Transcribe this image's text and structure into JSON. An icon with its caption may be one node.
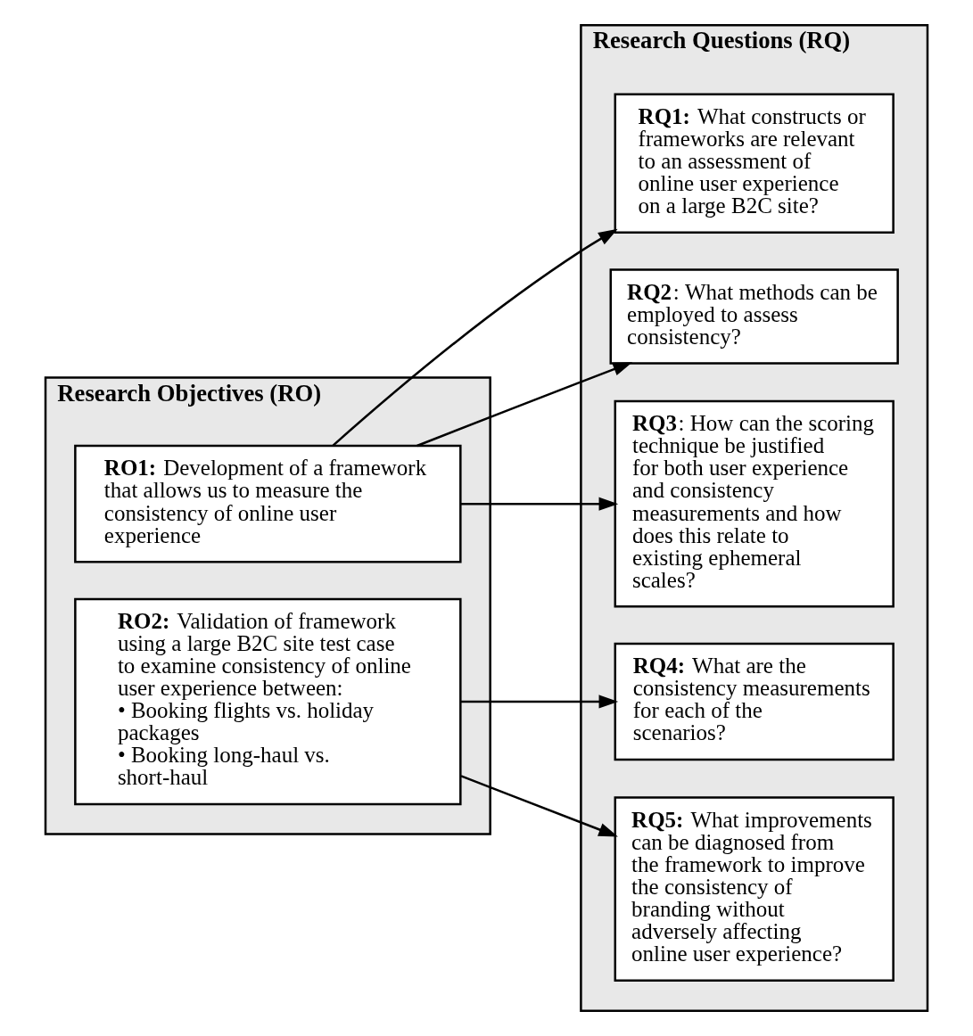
{
  "diagram": {
    "nodes": [
      {
        "text": [
          "Research Objectives (RO)"
        ]
      },
      {
        "text": [
          "**RO1:** Development of a framework that allows us to measure the consistency of online user experience"
        ],
        "in": 0
      },
      {
        "text": [
          "**RO2:** Validation of framework using a large B2C site test case to examine consistency of online user experience between:",
          "• Booking flights vs. holiday packages",
          "• Booking long-haul vs. short-haul"
        ],
        "in": 0
      },
      {
        "text": [
          "Research Questions (RQ)"
        ]
      },
      {
        "text": [
          "**RQ1:** What constructs or frameworks are relevant to an assessment of online user experience on a large B2C site?"
        ],
        "in": 3
      },
      {
        "text": [
          "**RQ2**: What methods can be employed to assess consistency?"
        ],
        "in": 3
      },
      {
        "text": [
          "**RQ3**: How can the scoring technique be justified for both user experience and consistency measurements and how does this relate to existing ephemeral scales?"
        ],
        "in": 3
      },
      {
        "text": [
          "**RQ4:** What are the consistency measurements for each of the scenarios?"
        ],
        "in": 3
      },
      {
        "text": [
          "**RQ5:** What improvements can be diagnosed from the framework to improve the consistency of branding without adversely affecting online user experience?"
        ],
        "in": 3
      }
    ],
    "edges": [
      {
        "from": 1,
        "to": 4,
        "arrow": "to"
      },
      {
        "from": 1,
        "to": 5,
        "arrow": "to"
      },
      {
        "from": 1,
        "to": 6,
        "arrow": "to"
      },
      {
        "from": 2,
        "to": 7,
        "arrow": "to"
      },
      {
        "from": 2,
        "to": 8,
        "arrow": "to"
      }
    ]
  }
}
